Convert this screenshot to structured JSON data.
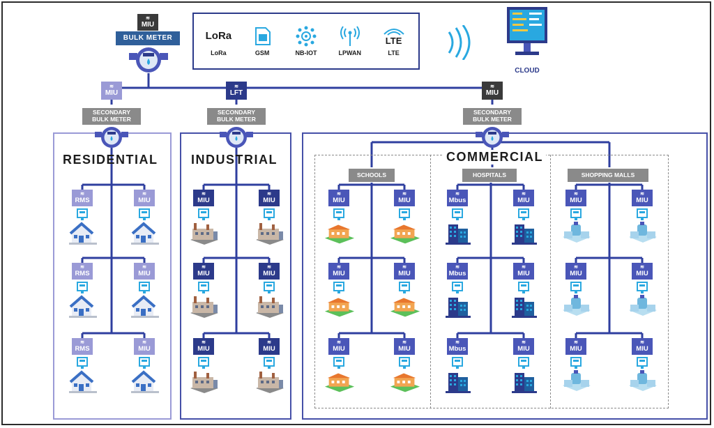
{
  "colors": {
    "navy": "#2c3a8a",
    "blue": "#4a56b8",
    "lilac": "#9a9ad6",
    "gray": "#8a8a8a",
    "dark": "#3a3a3a",
    "line": "#2f3f9f",
    "sky": "#29a8e0",
    "bulkBlue": "#2f5f9a"
  },
  "top": {
    "bulk_badge": "MIU",
    "bulk_label": "BULK METER",
    "cloud_label": "CLOUD"
  },
  "legend": [
    {
      "icon": "lora-logo",
      "logo": "LoRa",
      "label": "LoRa"
    },
    {
      "icon": "sim-card-icon",
      "label": "GSM"
    },
    {
      "icon": "nbiot-network-icon",
      "label": "NB-IOT"
    },
    {
      "icon": "lpwan-antenna-icon",
      "label": "LPWAN"
    },
    {
      "icon": "lte-wifi-icon",
      "logo": "LTE",
      "label": "LTE"
    }
  ],
  "secondary": [
    {
      "badge": "MIU",
      "label1": "SECONDARY",
      "label2": "BULK METER",
      "title": "RESIDENTIAL"
    },
    {
      "badge": "LFT",
      "label1": "SECONDARY",
      "label2": "BULK METER",
      "title": "INDUSTRIAL"
    },
    {
      "badge": "MIU",
      "label1": "SECONDARY",
      "label2": "BULK METER",
      "title": "COMMERCIAL"
    }
  ],
  "commercial_groups": [
    "SCHOOLS",
    "HOSPITALS",
    "SHOPPING MALLS"
  ],
  "device_labels": {
    "residential_left": "RMS",
    "residential_right": "MIU",
    "industrial": "MIU",
    "schools": "MIU",
    "hospitals_left": "Mbus",
    "hospitals_right": "MIU",
    "malls": "MIU"
  }
}
